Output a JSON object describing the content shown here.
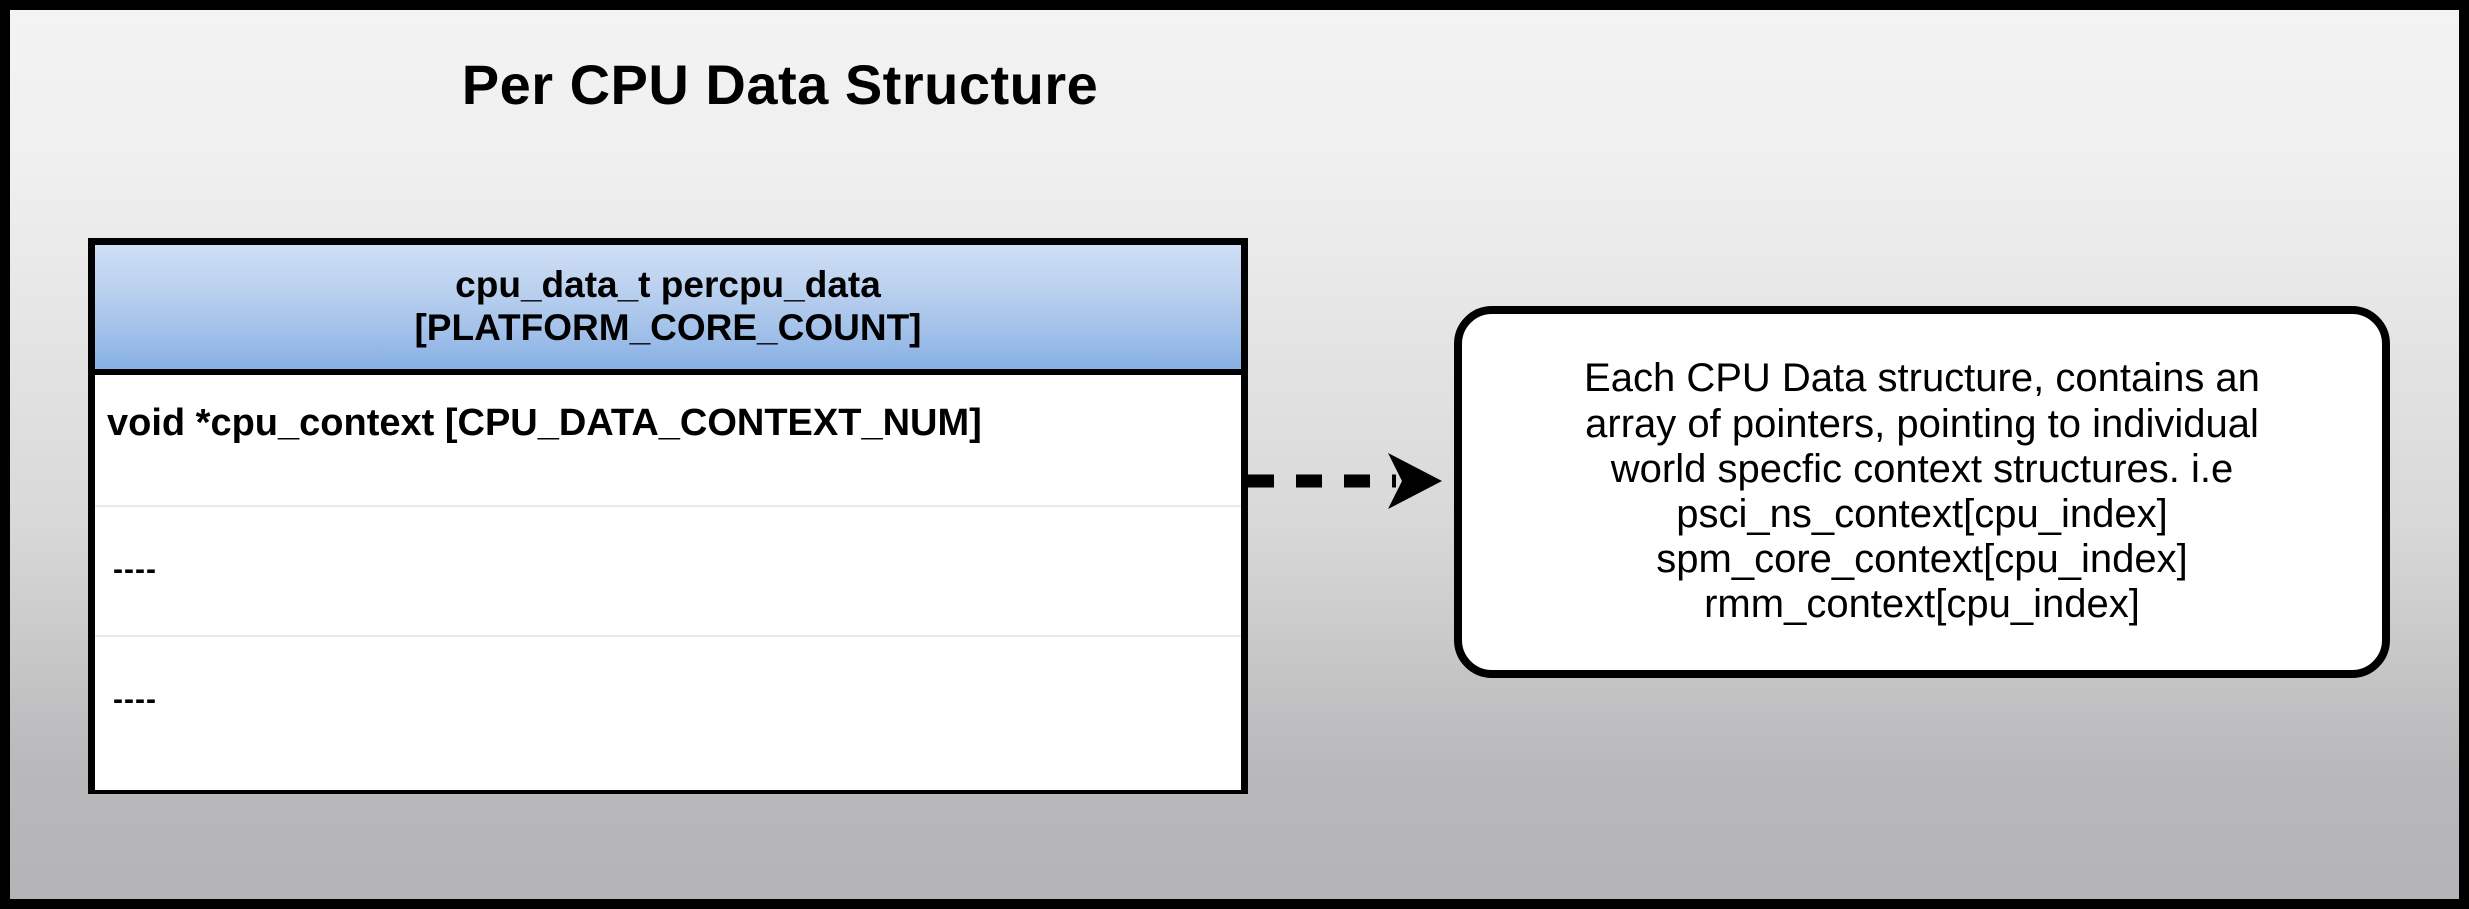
{
  "diagram": {
    "title": "Per CPU Data Structure",
    "background": {
      "top_color": "#f3f3f3",
      "bottom_color": "#b4b4b6",
      "border_color": "#000000"
    }
  },
  "struct_table": {
    "header": {
      "lines": [
        "cpu_data_t percpu_data",
        "[PLATFORM_CORE_COUNT]"
      ],
      "gradient_top": "#cfdef5",
      "gradient_bottom": "#87b0e4",
      "border_color": "#000000"
    },
    "rows": [
      {
        "text": "void *cpu_context [CPU_DATA_CONTEXT_NUM]",
        "style": "main"
      },
      {
        "text": "----",
        "style": "dash"
      },
      {
        "text": "----",
        "style": "dash"
      }
    ]
  },
  "connector": {
    "kind": "dashed-arrow",
    "direction": "right",
    "color": "#000000"
  },
  "callout": {
    "lines": [
      "Each CPU Data structure, contains an",
      "array of pointers, pointing to individual",
      "world specfic context structures. i.e",
      "psci_ns_context[cpu_index]",
      "spm_core_context[cpu_index]",
      "rmm_context[cpu_index]"
    ],
    "border_color": "#000000",
    "background": "#ffffff"
  }
}
